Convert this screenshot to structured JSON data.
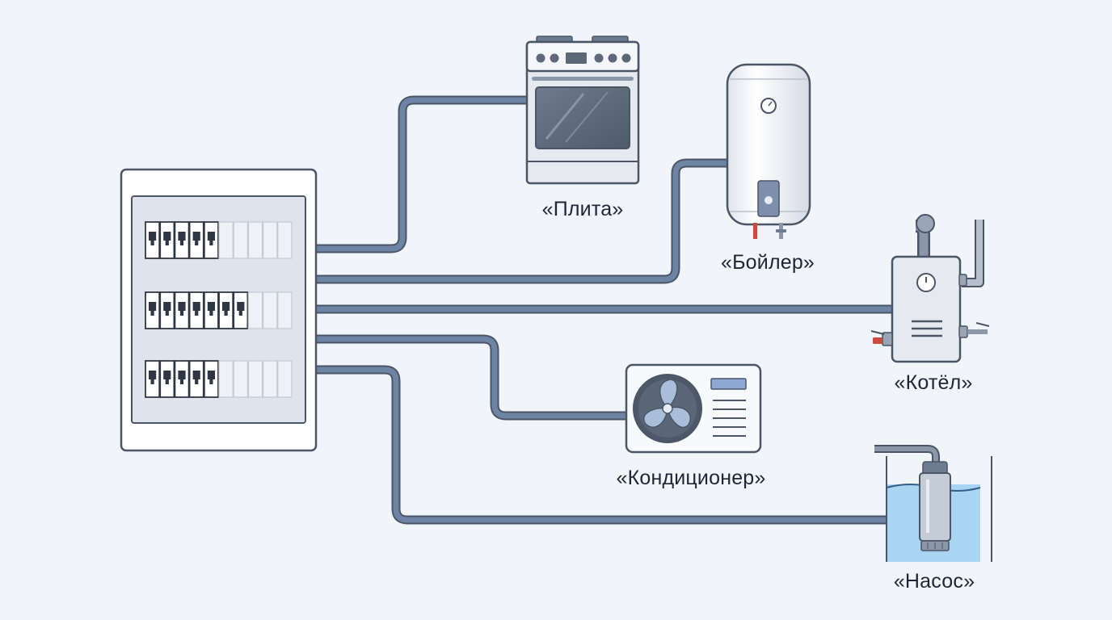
{
  "labels": {
    "stove": "«Плита»",
    "boiler": "«Бойлер»",
    "heater": "«Котёл»",
    "ac": "«Кондиционер»",
    "pump": "«Насос»"
  },
  "panel": {
    "rows": [
      {
        "active_breakers": 5,
        "empty_slots": 5
      },
      {
        "active_breakers": 7,
        "empty_slots": 3
      },
      {
        "active_breakers": 5,
        "empty_slots": 5
      }
    ]
  },
  "colors": {
    "background": "#f1f4f9",
    "cable": "#6e84a4",
    "outline": "#4a5566",
    "metal": "#e1e6ee",
    "water": "#a9d4f2"
  }
}
